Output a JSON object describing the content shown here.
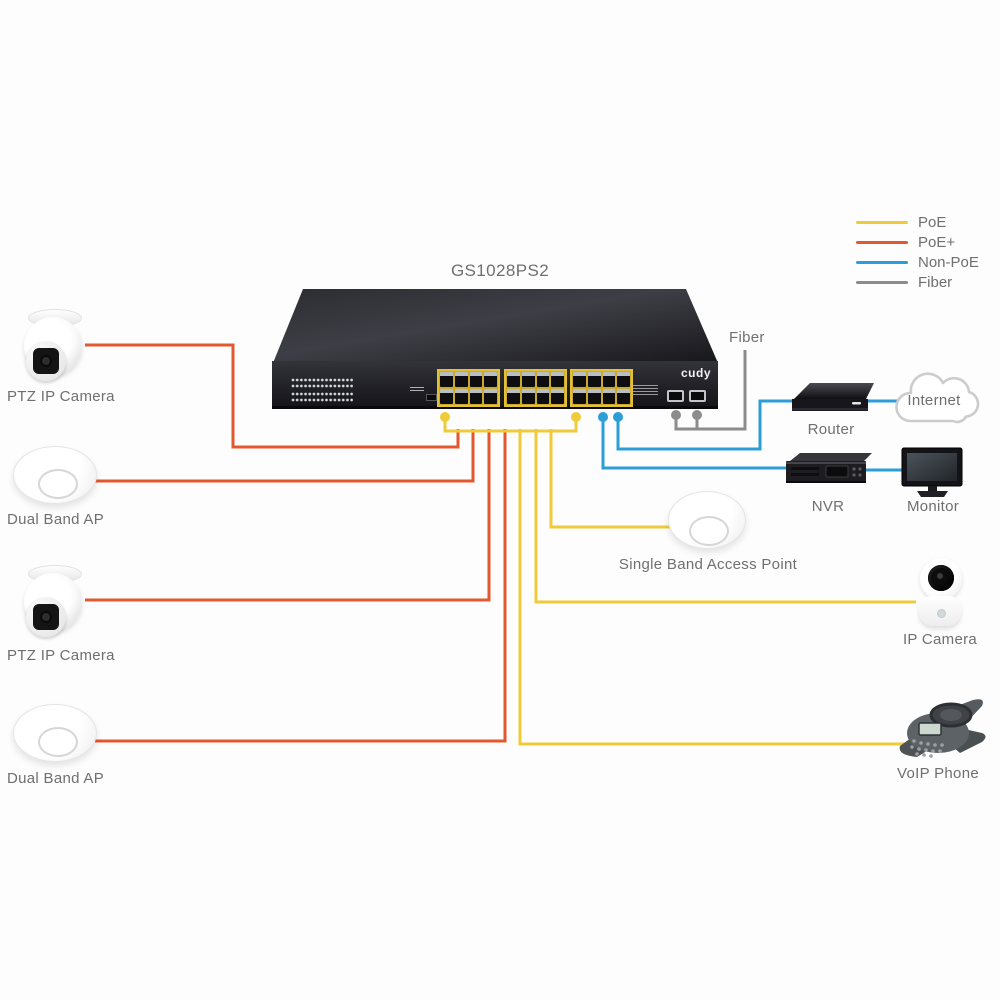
{
  "title": "GS1028PS2",
  "colors": {
    "poe": "#EFCB3A",
    "poe_plus": "#E2582F",
    "non_poe": "#2B9ED8",
    "fiber": "#8C8C8C",
    "text": "#6F6F6F",
    "port_yellow": "#E3C137"
  },
  "legend": {
    "items": [
      {
        "label": "PoE",
        "color_key": "poe"
      },
      {
        "label": "PoE+",
        "color_key": "poe_plus"
      },
      {
        "label": "Non-PoE",
        "color_key": "non_poe"
      },
      {
        "label": "Fiber",
        "color_key": "fiber"
      }
    ]
  },
  "switch": {
    "model": "GS1028PS2",
    "brand": "cudy",
    "rj45_ports": 24,
    "sfp_ports": 2
  },
  "labels": {
    "fiber_uplink": "Fiber",
    "ptz_camera_1": "PTZ IP Camera",
    "dual_band_ap_1": "Dual Band AP",
    "ptz_camera_2": "PTZ IP Camera",
    "dual_band_ap_2": "Dual Band AP",
    "single_band_ap": "Single Band Access Point",
    "ip_camera": "IP Camera",
    "voip_phone": "VoIP Phone",
    "router": "Router",
    "nvr": "NVR",
    "monitor": "Monitor",
    "internet": "Internet"
  },
  "connections": [
    {
      "from": "ptz_camera_1",
      "to": "switch",
      "type": "PoE+"
    },
    {
      "from": "dual_band_ap_1",
      "to": "switch",
      "type": "PoE+"
    },
    {
      "from": "ptz_camera_2",
      "to": "switch",
      "type": "PoE+"
    },
    {
      "from": "dual_band_ap_2",
      "to": "switch",
      "type": "PoE+"
    },
    {
      "from": "single_band_ap",
      "to": "switch",
      "type": "PoE"
    },
    {
      "from": "ip_camera",
      "to": "switch",
      "type": "PoE"
    },
    {
      "from": "voip_phone",
      "to": "switch",
      "type": "PoE"
    },
    {
      "from": "router",
      "to": "switch",
      "type": "Non-PoE"
    },
    {
      "from": "nvr",
      "to": "switch",
      "type": "Non-PoE"
    },
    {
      "from": "internet",
      "to": "router",
      "type": "Non-PoE"
    },
    {
      "from": "monitor",
      "to": "nvr",
      "type": "Non-PoE"
    },
    {
      "from": "fiber_uplink",
      "to": "switch_sfp_ports",
      "type": "Fiber"
    }
  ]
}
